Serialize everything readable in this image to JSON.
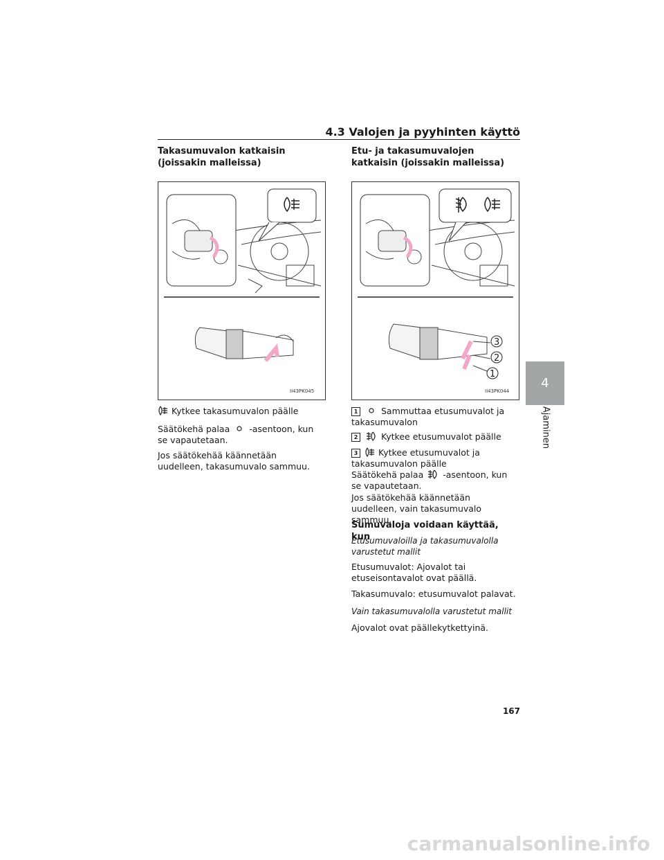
{
  "header": {
    "title": "4.3 Valojen ja pyyhinten käyttö"
  },
  "left": {
    "heading": "Takasumuvalon katkaisin (joissakin malleissa)",
    "figure_code": "II43PK045",
    "line1": "Kytkee takasumuvalon päälle",
    "line2a": "Säätökehä palaa",
    "line2b": "-asentoon, kun se vapautetaan.",
    "line3": "Jos säätökehää käännetään uudelleen, takasumuvalo sammuu."
  },
  "right": {
    "heading": "Etu- ja takasumuvalojen katkaisin (joissakin malleissa)",
    "figure_code": "II43PK044",
    "callouts": [
      "1",
      "2",
      "3"
    ],
    "item1_num": "1",
    "item1": "Sammuttaa etusumuvalot ja takasumuvalon",
    "item2_num": "2",
    "item2": "Kytkee etusumuvalot päälle",
    "item3_num": "3",
    "item3": "Kytkee etusumuvalot ja takasumuvalon päälle",
    "item3b_a": "Säätökehä palaa",
    "item3b_b": "-asentoon, kun se vapautetaan.",
    "item3c": "Jos säätökehää käännetään uudelleen, vain takasumuvalo sammuu.",
    "subheading": "Sumuvaloja voidaan käyttää, kun",
    "italic1": "Etusumuvaloilla ja takasumuvalolla varustetut mallit",
    "p1": "Etusumuvalot: Ajovalot tai etuseisontavalot ovat päällä.",
    "p2": "Takasumuvalo: etusumuvalot palavat.",
    "italic2": "Vain takasumuvalolla varustetut mallit",
    "p3": "Ajovalot ovat päällekytkettyinä."
  },
  "side_tab": {
    "number": "4",
    "label": "Ajaminen"
  },
  "page_number": "167",
  "watermark": "carmanualsonline.info",
  "colors": {
    "arrow_pink": "#f2a6c8",
    "tab_gray": "#a2a6a6"
  },
  "icons": [
    "rear-fog-icon",
    "front-fog-icon",
    "off-icon"
  ]
}
